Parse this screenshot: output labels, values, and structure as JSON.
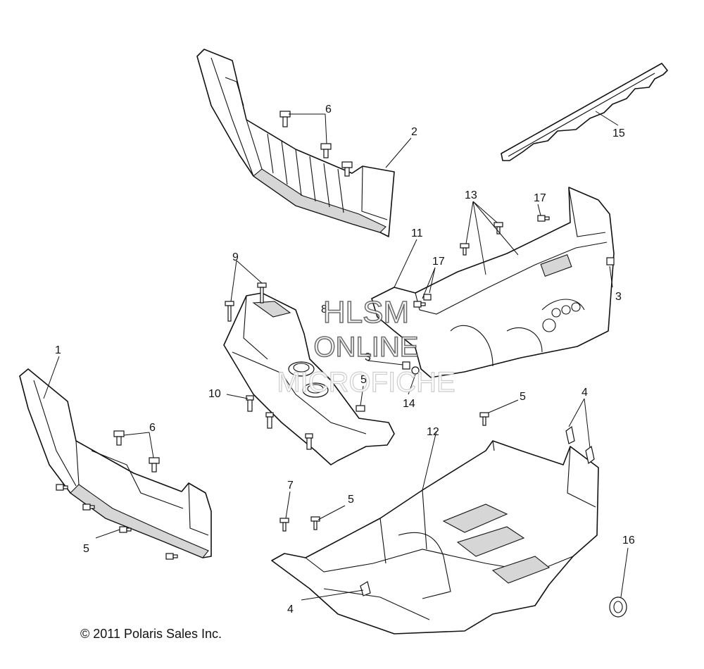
{
  "callouts": {
    "c1": "1",
    "c2": "2",
    "c3a": "3",
    "c3b": "3",
    "c4a": "4",
    "c4b": "4",
    "c5a": "5",
    "c5b": "5",
    "c5c": "5",
    "c5d": "5",
    "c6a": "6",
    "c6b": "6",
    "c7": "7",
    "c8": "8",
    "c9": "9",
    "c10": "10",
    "c11": "11",
    "c12": "12",
    "c13": "13",
    "c14": "14",
    "c15": "15",
    "c16": "16",
    "c17a": "17",
    "c17b": "17"
  },
  "watermark": {
    "line1": "HLSM",
    "line2": "ONLINE",
    "line3": "MICROFICHE"
  },
  "copyright": "© 2011 Polaris Sales Inc."
}
